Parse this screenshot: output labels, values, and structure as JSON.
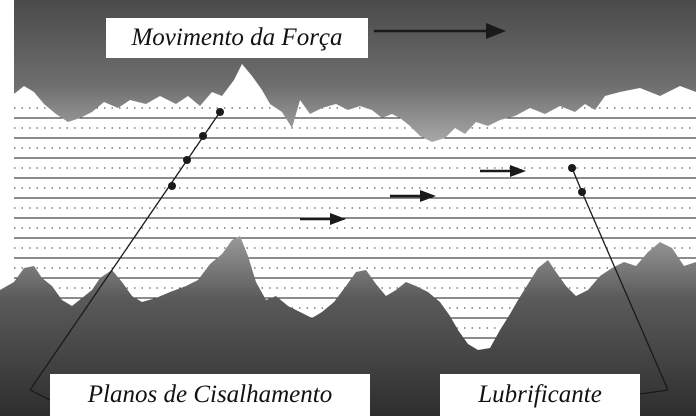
{
  "diagram": {
    "title": "Movimento da Força",
    "shear_planes_label": "Planos de Cisalhamento",
    "lubricant_label": "Lubrificante"
  },
  "colors": {
    "surface_dark": "#3a3a3a",
    "surface_light": "#b8b8b8",
    "lubricant_background": "#ffffff",
    "lines": "#1a1a1a"
  },
  "icons": {
    "force_direction": "arrow-right-icon",
    "flow_direction": "arrow-right-icon"
  }
}
